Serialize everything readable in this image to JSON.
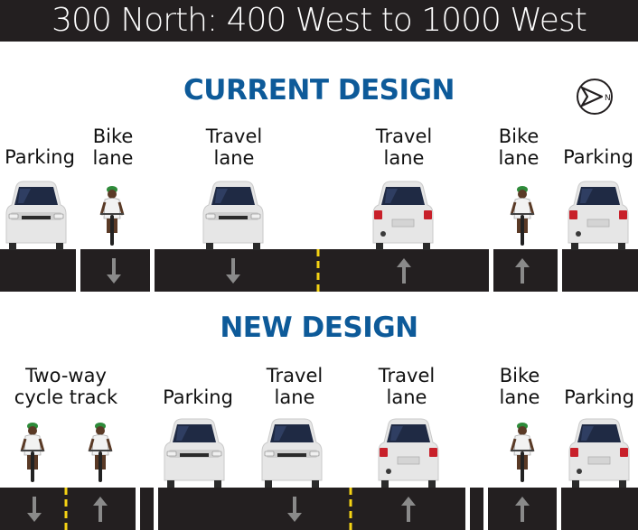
{
  "header": {
    "title": "300 North: 400 West to 1000 West"
  },
  "current": {
    "title": "CURRENT DESIGN",
    "lanes": [
      {
        "label_l1": "Parking",
        "label_l2": ""
      },
      {
        "label_l1": "Bike",
        "label_l2": "lane"
      },
      {
        "label_l1": "Travel",
        "label_l2": "lane"
      },
      {
        "label_l1": "Travel",
        "label_l2": "lane"
      },
      {
        "label_l1": "Bike",
        "label_l2": "lane"
      },
      {
        "label_l1": "Parking",
        "label_l2": ""
      }
    ]
  },
  "proposed": {
    "title": "NEW DESIGN",
    "lanes": [
      {
        "label_l1": "Two-way",
        "label_l2": "cycle track"
      },
      {
        "label_l1": "Parking",
        "label_l2": ""
      },
      {
        "label_l1": "Travel",
        "label_l2": "lane"
      },
      {
        "label_l1": "Travel",
        "label_l2": "lane"
      },
      {
        "label_l1": "Bike",
        "label_l2": "lane"
      },
      {
        "label_l1": "Parking",
        "label_l2": ""
      }
    ]
  },
  "compass": {
    "icon": "north-arrow-icon",
    "letter": "N"
  },
  "colors": {
    "asphalt": "#231f20",
    "title_blue": "#0d5a99",
    "centerline": "#f5d313",
    "car": "#e6e6e6",
    "glass": "#1f2a44"
  }
}
